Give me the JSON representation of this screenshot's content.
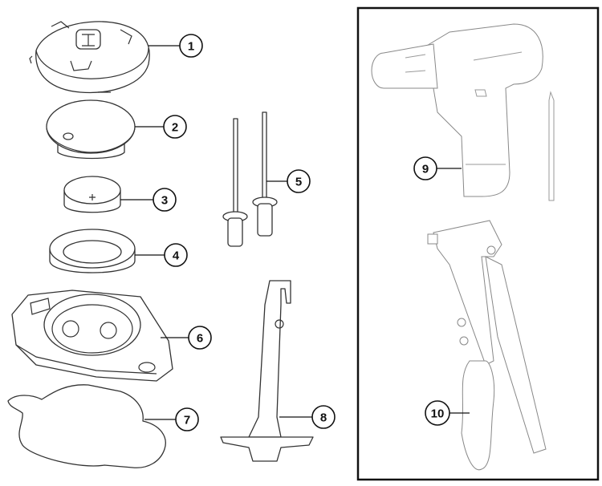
{
  "diagram": {
    "callouts": [
      {
        "id": "1",
        "part": "cover"
      },
      {
        "id": "2",
        "part": "sensor-unit"
      },
      {
        "id": "3",
        "part": "battery"
      },
      {
        "id": "4",
        "part": "seal-ring"
      },
      {
        "id": "5",
        "part": "rivets"
      },
      {
        "id": "6",
        "part": "mounting-base"
      },
      {
        "id": "7",
        "part": "adhesive-pad"
      },
      {
        "id": "8",
        "part": "opening-tool"
      },
      {
        "id": "9",
        "part": "drill"
      },
      {
        "id": "10",
        "part": "rivet-gun"
      }
    ],
    "colors": {
      "line": "#333333",
      "callout": "#111111",
      "frame": "#111111"
    }
  }
}
